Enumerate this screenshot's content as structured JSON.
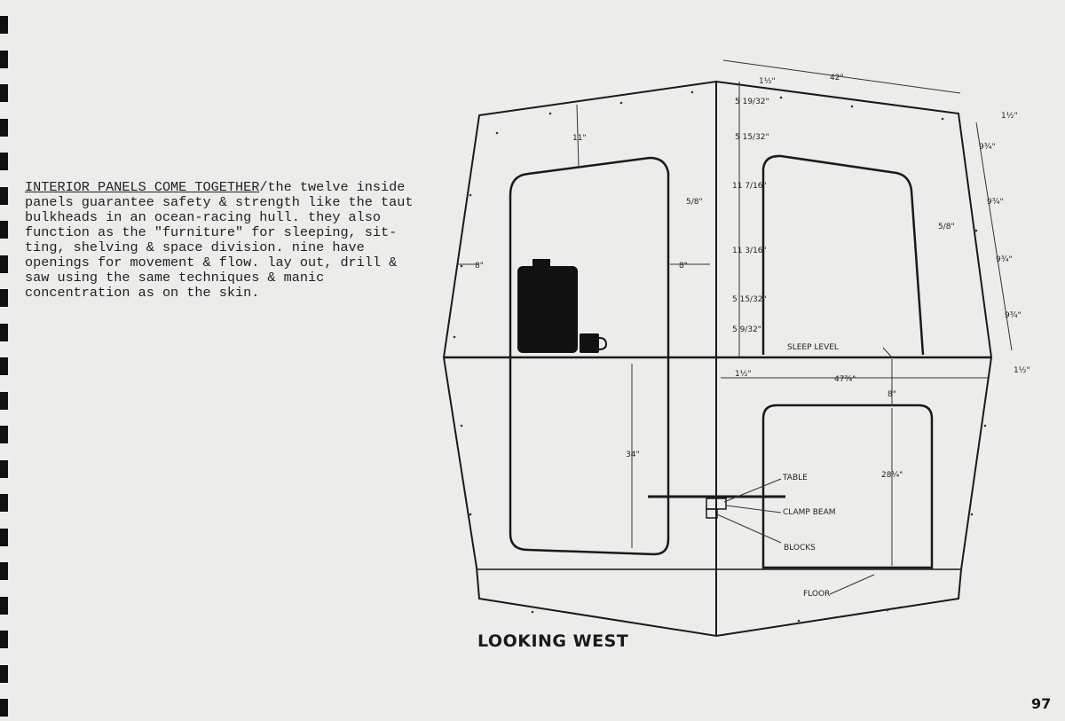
{
  "text": {
    "heading": "INTERIOR PANELS COME TOGETHER",
    "body": "/the twelve inside panels guarantee safety & strength like the taut bulkheads in an ocean-racing hull. they also function as the \"furniture\" for sleeping, sit-ting, shelving & space division. nine have openings for movement & flow. lay out, drill & saw using the same techniques & manic concentration as on the skin."
  },
  "diagram": {
    "caption": "LOOKING WEST",
    "labels": {
      "top_width": "42\"",
      "top_margin": "1½\"",
      "right_top_margin": "1½\"",
      "right_bottom_margin": "1½\"",
      "center_bottom_margin": "1½\"",
      "left_top_gap": "11\"",
      "left_side_gap": "8\"",
      "center_gap": "8\"",
      "left_height": "34\"",
      "sleep_width": "47¾\"",
      "lower_top_gap": "8\"",
      "lower_height": "28¼\"",
      "edge_left": "5/8\"",
      "edge_right": "5/8\"",
      "center_dims": [
        "5 19/32\"",
        "5 15/32\"",
        "11 7/16\"",
        "11 3/16\"",
        "5 15/32\"",
        "5 9/32\""
      ],
      "right_dims": [
        "9¾\"",
        "9¾\"",
        "9¾\"",
        "9¾\""
      ],
      "sleep_level": "SLEEP LEVEL",
      "table": "TABLE",
      "clamp_beam": "CLAMP BEAM",
      "blocks": "BLOCKS",
      "floor": "FLOOR"
    }
  },
  "page_number": "97"
}
